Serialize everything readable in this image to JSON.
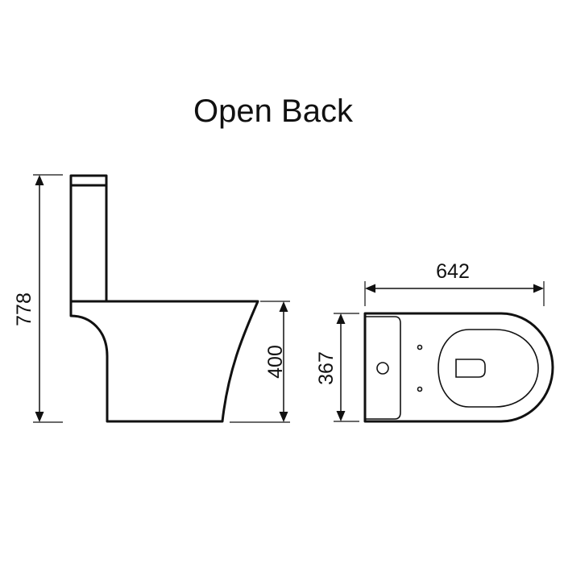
{
  "title": "Open Back",
  "dimensions": {
    "overall_height": "778",
    "pan_height": "400",
    "pan_width": "367",
    "overall_depth": "642"
  }
}
